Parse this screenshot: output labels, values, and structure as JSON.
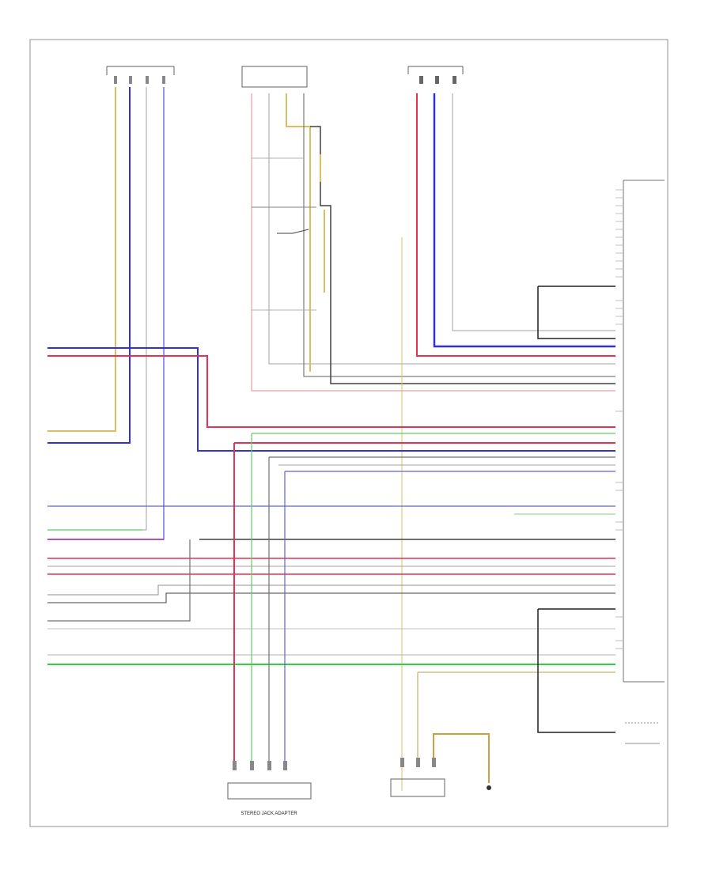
{
  "page_id": "",
  "components": {
    "top_left_connector": "",
    "top_center_connector": "",
    "top_right_connector": "",
    "right_module": "",
    "bottom_adapter": "STEREO JACK ADAPTER",
    "bottom_center_module": "",
    "bottom_right_sensor": "",
    "right_bottom_component": ""
  },
  "colors": {
    "yellow": "#d8c060",
    "blue": "#3030e0",
    "red": "#e83050",
    "green": "#30d040",
    "black": "#202020",
    "gray": "#909090",
    "pink": "#f0a0b0",
    "tan": "#d0c080",
    "light_blue": "#8080f0",
    "light_green": "#90e090"
  },
  "wires": [
    {
      "name": "blue-1",
      "color": "#3030e0"
    },
    {
      "name": "red-1",
      "color": "#e83050"
    },
    {
      "name": "yellow-1",
      "color": "#d8c060"
    },
    {
      "name": "green-1",
      "color": "#30d040"
    },
    {
      "name": "black-1",
      "color": "#202020"
    }
  ]
}
